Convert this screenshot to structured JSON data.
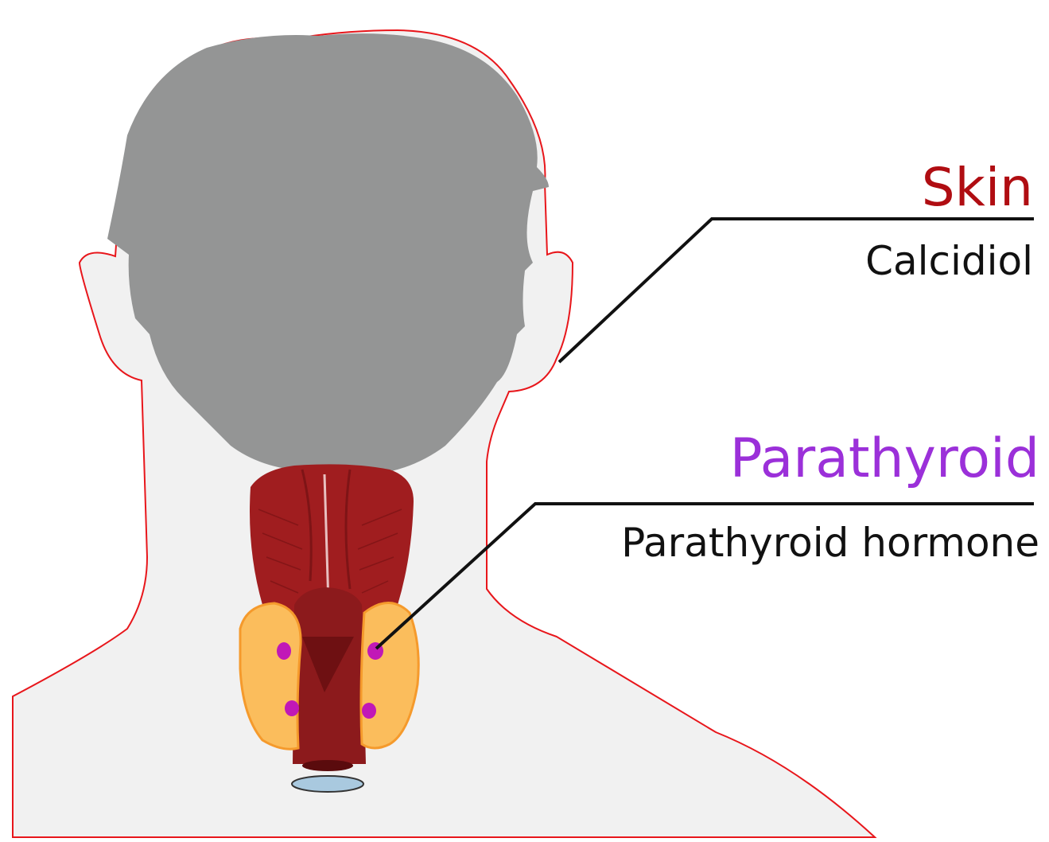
{
  "labels": {
    "skin": {
      "title": "Skin",
      "subtitle": "Calcidiol"
    },
    "parathyroid": {
      "title": "Parathyroid",
      "subtitle": "Parathyroid hormone"
    }
  },
  "colors": {
    "skin_label": "#b00d12",
    "parathyroid_label": "#9b30d9",
    "outline": "#e8161b",
    "body_fill": "#f1f1f1",
    "hair": "#949595",
    "muscle": "#a01d1f",
    "muscle_dark": "#7e1416",
    "thyroid": "#fbbd5c",
    "gland": "#c118b7",
    "cartilage": "#a9c9df",
    "leader_line": "#111111"
  },
  "icons": {
    "head": "head-back-view-icon",
    "muscles": "neck-muscles-icon",
    "thyroid": "thyroid-gland-icon",
    "parathyroid": "parathyroid-gland-icon"
  }
}
